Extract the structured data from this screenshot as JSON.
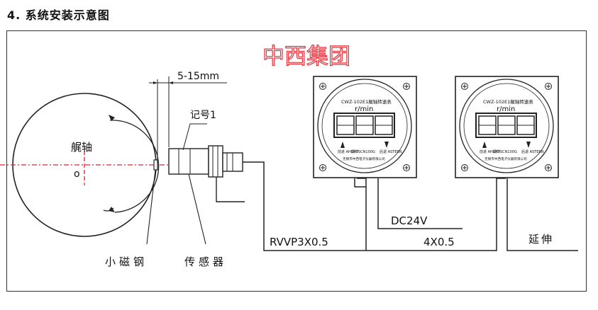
{
  "heading": "4. 系统安装示意图",
  "watermark": "中西集团",
  "labels": {
    "shaft": "艉轴",
    "center": "o",
    "gap": "5-15mm",
    "mark": "记号1",
    "magnet": "小磁钢",
    "sensor": "传感器",
    "cable1": "RVVP3X0.5",
    "cable2": "4X0.5",
    "power": "DC24V",
    "extend": "延伸"
  },
  "meters": [
    {
      "model": "CWZ-102E1艉轴转速表",
      "unit": "r/min",
      "left_label": "前进 AHEAD",
      "right_label": "后退 ASTERN",
      "mid_label": "调节SCN100G",
      "maker": "无锡市中西电子仪器有限公司"
    },
    {
      "model": "CWZ-102E1艉轴转速表",
      "unit": "r/min",
      "left_label": "前进 AHEAD",
      "right_label": "后退 ASTERN",
      "mid_label": "调节SCN100G",
      "maker": "无锡市中西电子仪器有限公司"
    }
  ],
  "colors": {
    "line": "#222222",
    "centerline": "#d9262e",
    "watermark": "#e0313a"
  }
}
